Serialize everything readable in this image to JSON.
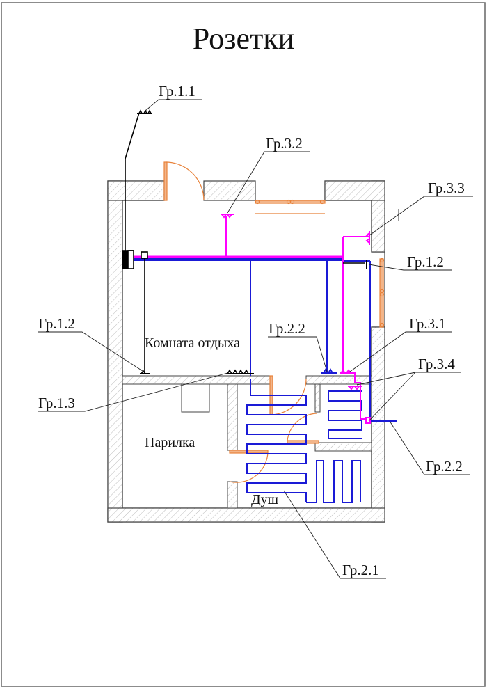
{
  "drawing": {
    "title": "Розетки",
    "rooms": {
      "rest_room": "Комната отдыха",
      "steam_room": "Парилка",
      "shower": "Душ"
    },
    "groups": {
      "gr_1_1": "Гр.1.1",
      "gr_1_2_right": "Гр.1.2",
      "gr_1_2_left": "Гр.1.2",
      "gr_1_3": "Гр.1.3",
      "gr_2_1": "Гр.2.1",
      "gr_2_2_center": "Гр.2.2",
      "gr_2_2_right": "Гр.2.2",
      "gr_3_1": "Гр.3.1",
      "gr_3_2": "Гр.3.2",
      "gr_3_3": "Гр.3.3",
      "gr_3_4": "Гр.3.4"
    },
    "colors": {
      "group1_wire": "#000000",
      "group2_wire": "#1a1ad6",
      "group3_wire": "#ff00ff",
      "door_window": "#e8823a",
      "wall_hatch": "#b5b5b5"
    }
  }
}
